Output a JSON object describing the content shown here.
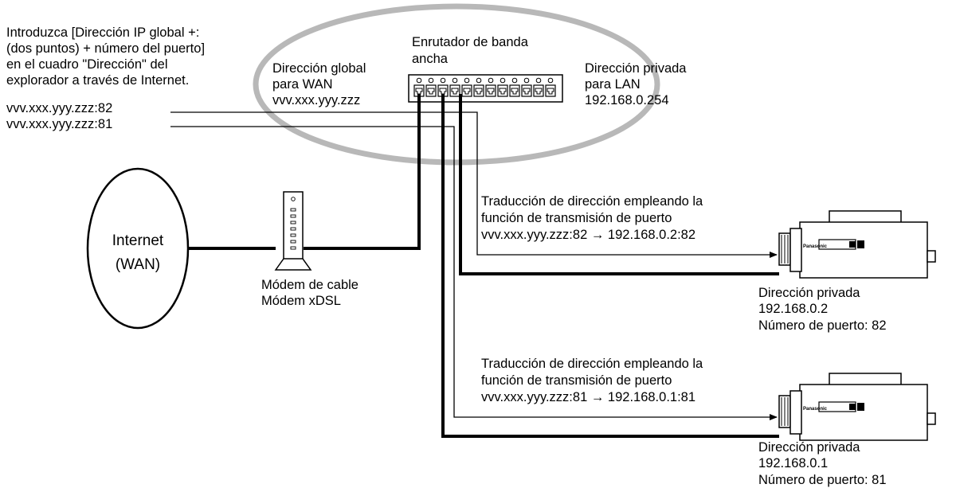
{
  "instructions": {
    "lines": [
      "Introduzca [Dirección IP global +:",
      "(dos puntos) + número del puerto]",
      "en el cuadro \"Dirección\" del",
      "explorador a través de Internet."
    ]
  },
  "urls": {
    "port82": "vvv.xxx.yyy.zzz:82",
    "port81": "vvv.xxx.yyy.zzz:81"
  },
  "router": {
    "label_line1": "Enrutador de banda",
    "label_line2": "ancha",
    "wan_line1": "Dirección global",
    "wan_line2": "para WAN",
    "wan_line3": "vvv.xxx.yyy.zzz",
    "lan_line1": "Dirección privada",
    "lan_line2": "para LAN",
    "lan_line3": "192.168.0.254"
  },
  "internet": {
    "line1": "Internet",
    "line2": "(WAN)"
  },
  "modem": {
    "line1": "Módem de cable",
    "line2": "Módem xDSL"
  },
  "translation_82": {
    "line1": "Traducción de dirección empleando la",
    "line2": "función de transmisión de puerto",
    "line3": "vvv.xxx.yyy.zzz:82 → 192.168.0.2:82"
  },
  "translation_81": {
    "line1": "Traducción de dirección empleando la",
    "line2": "función de transmisión de puerto",
    "line3": "vvv.xxx.yyy.zzz:81 → 192.168.0.1:81"
  },
  "camera_top": {
    "brand": "Panasonic",
    "line1": "Dirección privada",
    "line2": "192.168.0.2",
    "line3": "Número de puerto: 82"
  },
  "camera_bottom": {
    "brand": "Panasonic",
    "line1": "Dirección privada",
    "line2": "192.168.0.1",
    "line3": "Número de puerto: 81"
  }
}
